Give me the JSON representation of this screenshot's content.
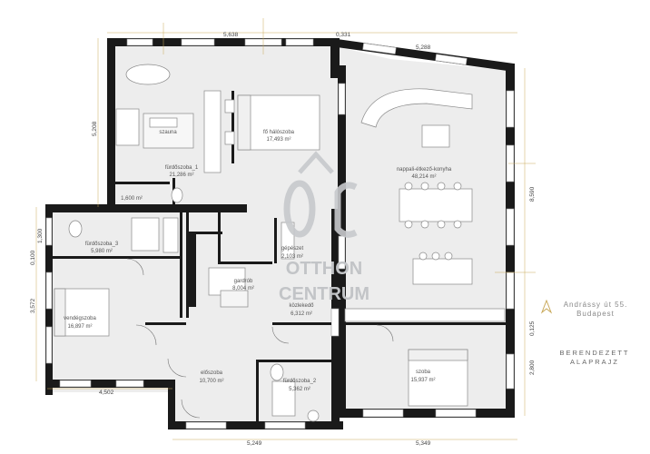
{
  "dimensions": {
    "top_left": "5,638",
    "top_mid": "0,331",
    "top_right": "5,288",
    "left_upper": "5,208",
    "left_mid1": "1,300",
    "left_mid2": "0,100",
    "left_lower": "3,572",
    "bottom_left": "4,502",
    "bottom_mid": "5,249",
    "bottom_right": "5,349",
    "right_upper": "8,590",
    "right_mid": "0,125",
    "right_lower": "2,800"
  },
  "rooms": [
    {
      "name": "szauna",
      "area": ""
    },
    {
      "name": "fő hálószoba",
      "area": "17,493 m²"
    },
    {
      "name": "fürdőszoba_1",
      "area": "21,286 m²"
    },
    {
      "name": "",
      "area": "1,600 m²"
    },
    {
      "name": "nappali-étkező-konyha",
      "area": "48,214 m²"
    },
    {
      "name": "fürdőszoba_3",
      "area": "5,980 m²"
    },
    {
      "name": "gépészet",
      "area": "2,103 m²"
    },
    {
      "name": "gardrób",
      "area": "8,004 m²"
    },
    {
      "name": "közlekedő",
      "area": "6,312 m²"
    },
    {
      "name": "vendégszoba",
      "area": "16,897 m²"
    },
    {
      "name": "előszoba",
      "area": "10,700 m²"
    },
    {
      "name": "fürdőszoba_2",
      "area": "5,362 m²"
    },
    {
      "name": "szoba",
      "area": "15,937 m²"
    }
  ],
  "logo": {
    "line1": "OTTHON",
    "line2": "CENTRUM"
  },
  "address": {
    "line1": "Andrássy út 55.",
    "line2": "Budapest"
  },
  "plan_title": {
    "line1": "BERENDEZETT",
    "line2": "ALAPRAJZ"
  },
  "colors": {
    "wall": "#1a1a1a",
    "floor": "#ececec",
    "accent_gold": "#c9a95a",
    "logo": "#c7c9cc"
  }
}
